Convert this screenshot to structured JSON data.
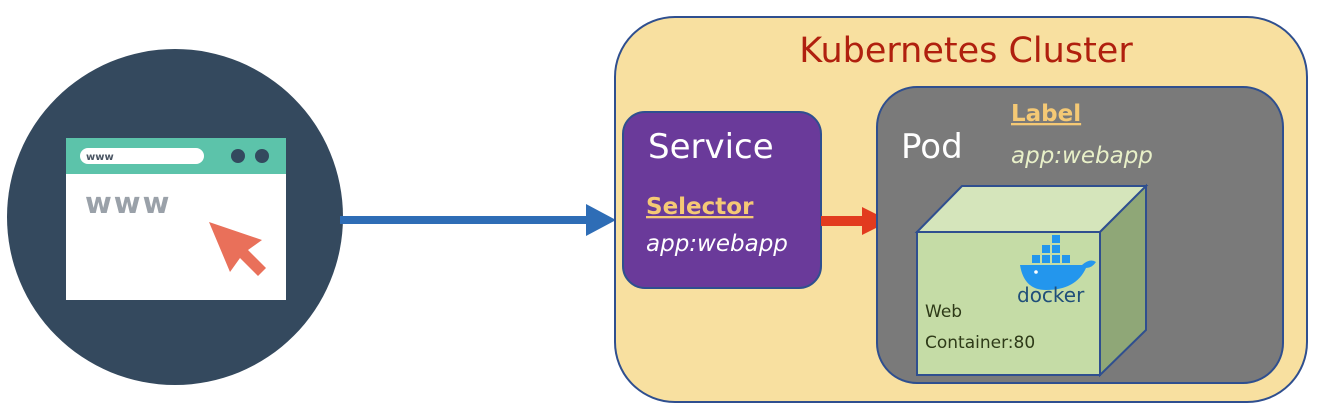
{
  "browser_icon": {
    "url_text": "www",
    "page_text": "www"
  },
  "cluster": {
    "title": "Kubernetes Cluster"
  },
  "service": {
    "title": "Service",
    "selector_heading": "Selector",
    "selector_value": "app:webapp"
  },
  "pod": {
    "title": "Pod",
    "label_heading": "Label",
    "label_value": "app:webapp"
  },
  "container": {
    "line1": "Web",
    "line2": "Container:80",
    "logo_text": "docker"
  },
  "colors": {
    "circle": "#34495e",
    "cluster_fill": "#f8e0a0",
    "service_fill": "#6a3a9a",
    "pod_fill": "#7a7a7a",
    "cube_front": "#c5dca6",
    "arrow_blue": "#2e6db6",
    "arrow_red": "#e23b1e",
    "cursor": "#e9705a",
    "browser_bar": "#5cc3aa"
  },
  "icons": [
    "browser-www-icon",
    "cursor-arrow-icon",
    "docker-whale-icon"
  ]
}
